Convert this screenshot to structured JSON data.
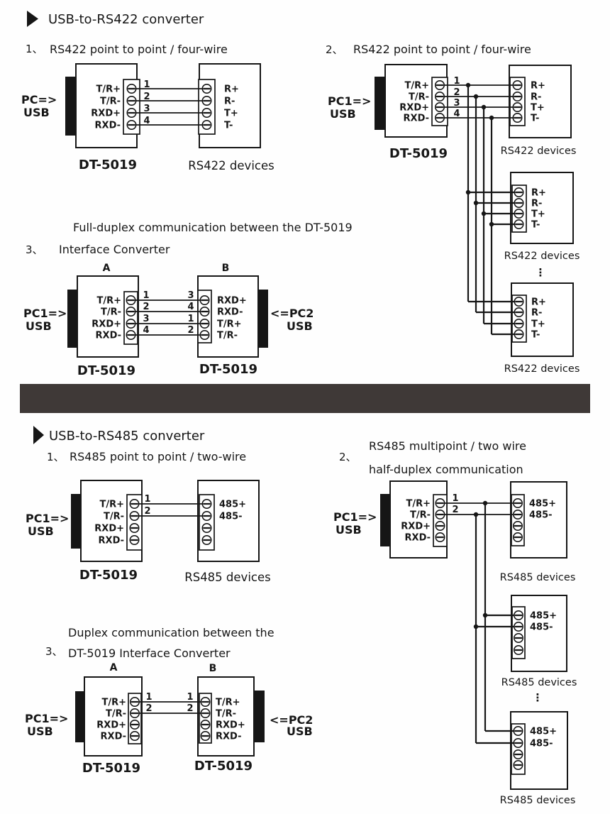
{
  "page": {
    "background": "#fefefe",
    "ink": "#161616",
    "divider_color": "#3f3937"
  },
  "rs422": {
    "marker_icon": "▶",
    "header": "USB-to-RS422 converter",
    "d1": {
      "num": "1、",
      "title": "RS422 point to point / four-wire",
      "pc_line1": "PC=>",
      "pc_line2": "USB",
      "converter_pins": [
        "T/R+",
        "T/R-",
        "RXD+",
        "RXD-"
      ],
      "wire_numbers": [
        "1",
        "2",
        "3",
        "4"
      ],
      "device_pins": [
        "R+",
        "R-",
        "T+",
        "T-"
      ],
      "converter_label": "DT-5019",
      "device_label": "RS422 devices"
    },
    "d2": {
      "num": "2、",
      "title": "RS422 point to point / four-wire",
      "pc_line1": "PC1=>",
      "pc_line2": "USB",
      "converter_pins": [
        "T/R+",
        "T/R-",
        "RXD+",
        "RXD-"
      ],
      "wire_numbers": [
        "1",
        "2",
        "3",
        "4"
      ],
      "device_pins": [
        "R+",
        "R-",
        "T+",
        "T-"
      ],
      "converter_label": "DT-5019",
      "device_label": "RS422 devices",
      "ellipsis": "⋮"
    },
    "d3": {
      "num": "3、",
      "title_line1": "Full-duplex communication between the DT-5019",
      "title_line2": "Interface Converter",
      "label_a": "A",
      "label_b": "B",
      "pc1_line1": "PC1=>",
      "pc1_line2": "USB",
      "pc2_line1": "<=PC2",
      "pc2_line2": "USB",
      "a_pins": [
        "T/R+",
        "T/R-",
        "RXD+",
        "RXD-"
      ],
      "a_wire_numbers": [
        "1",
        "2",
        "3",
        "4"
      ],
      "b_wire_numbers": [
        "3",
        "4",
        "1",
        "2"
      ],
      "b_pins": [
        "RXD+",
        "RXD-",
        "T/R+",
        "T/R-"
      ],
      "a_label": "DT-5019",
      "b_label": "DT-5019"
    }
  },
  "rs485": {
    "marker_icon": "▶",
    "header": "USB-to-RS485 converter",
    "d1": {
      "num": "1、",
      "title": "RS485 point to point / two-wire",
      "pc_line1": "PC1=>",
      "pc_line2": "USB",
      "converter_pins": [
        "T/R+",
        "T/R-",
        "RXD+",
        "RXD-"
      ],
      "wire_numbers": [
        "1",
        "2"
      ],
      "device_pins": [
        "485+",
        "485-"
      ],
      "converter_label": "DT-5019",
      "device_label": "RS485 devices"
    },
    "d2": {
      "num": "2、",
      "title_line1": "RS485 multipoint / two wire",
      "title_line2": "half-duplex communication",
      "pc_line1": "PC1=>",
      "pc_line2": "USB",
      "converter_pins": [
        "T/R+",
        "T/R-",
        "RXD+",
        "RXD-"
      ],
      "wire_numbers": [
        "1",
        "2"
      ],
      "device_pins": [
        "485+",
        "485-"
      ],
      "device_label": "RS485 devices",
      "ellipsis": "⋮"
    },
    "d3": {
      "num": "3、",
      "title_line1": "Duplex communication between the",
      "title_line2": "DT-5019 Interface Converter",
      "label_a": "A",
      "label_b": "B",
      "pc1_line1": "PC1=>",
      "pc1_line2": "USB",
      "pc2_line1": "<=PC2",
      "pc2_line2": "USB",
      "a_pins": [
        "T/R+",
        "T/R-",
        "RXD+",
        "RXD-"
      ],
      "a_wire_numbers": [
        "1",
        "2"
      ],
      "b_wire_numbers": [
        "1",
        "2"
      ],
      "b_pins": [
        "T/R+",
        "T/R-",
        "RXD+",
        "RXD-"
      ],
      "a_label": "DT-5019",
      "b_label": "DT-5019"
    }
  }
}
